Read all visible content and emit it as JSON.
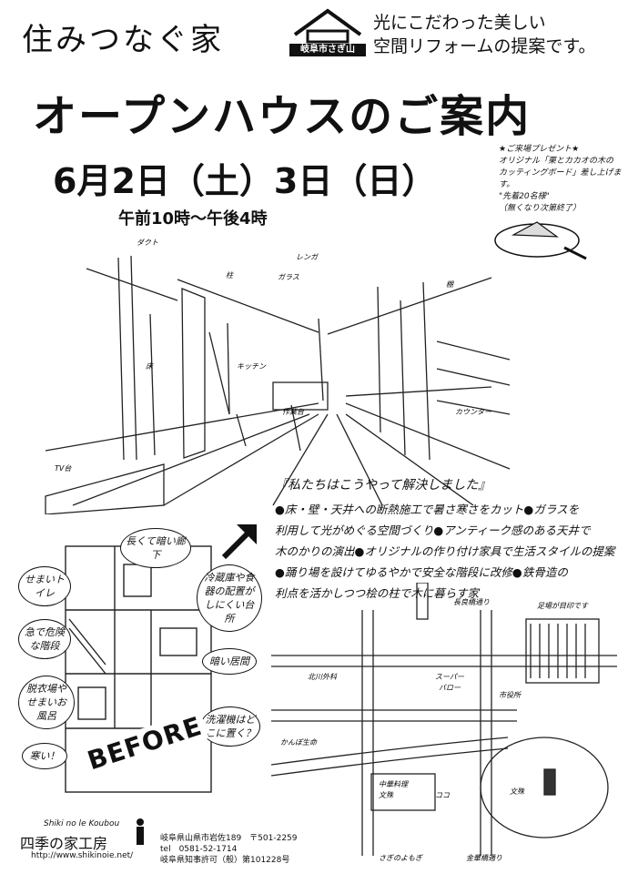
{
  "header": {
    "brand": "住みつなぐ家",
    "logo_text": "岐阜市さぎ山",
    "tagline_line1": "光にこだわった美しい",
    "tagline_line2": "空間リフォームの提案です。"
  },
  "event": {
    "title": "オープンハウスのご案内",
    "date": "6月2日（土）3日（日）",
    "time": "午前10時～午後4時"
  },
  "gift": {
    "line1": "★ご来場プレゼント★",
    "line2": "オリジナル「栗とカカオの木の",
    "line3": "カッティングボード」差し上げます。",
    "line4": "\"先着20名様\"",
    "line5": "（無くなり次第終了）"
  },
  "sketch_labels": {
    "label1": "ダクト",
    "label2": "柱",
    "label3": "ガラス",
    "label4": "レンガ",
    "label5": "床",
    "label6": "キッチン",
    "label7": "作業台",
    "label8": "カウンター",
    "label9": "TV台",
    "label10": "棚"
  },
  "solution": {
    "title": "『私たちはこうやって解決しました』",
    "item1": "●床・壁・天井への断熱施工で暑さ寒さをカット●ガラスを",
    "item2": "利用して光がめぐる空間づくり●アンティーク感のある天井で",
    "item3": "木のかりの演出●オリジナルの作り付け家具で生活スタイルの提案",
    "item4": "●踊り場を設けてゆるやかで安全な階段に改修●鉄骨造の",
    "item5": "利点を活かしつつ桧の柱で木に暮らす家"
  },
  "floorplan": {
    "before_label": "BEFORE",
    "bubble1": "長くて暗い廊下",
    "bubble2": "せまいトイレ",
    "bubble3": "急で危険な階段",
    "bubble4": "脱衣場やせまいお風呂",
    "bubble5": "寒い！",
    "bubble6": "冷蔵庫や食器の配置がしにくい台所",
    "bubble7": "暗い居間",
    "bubble8": "洗濯機はどこに置く？"
  },
  "map": {
    "label1": "北川外科",
    "label2": "スーパー",
    "label3": "バロー",
    "label4": "かんぽ生命",
    "label5": "中華料理",
    "label6": "文殊",
    "label7": "文殊",
    "label8": "ココ",
    "label9": "金華橋通り",
    "label10": "長良橋通り",
    "label11": "足場が目印です",
    "label12": "市役所",
    "label13": "さぎのよもぎ"
  },
  "footer": {
    "logo_text": "Shiki no le Koubou",
    "company": "四季の家工房",
    "url": "http://www.shikinoie.net/",
    "address1": "岐阜県山県市岩佐189　〒501-2259",
    "address2": "tel　0581-52-1714",
    "address3": "岐阜県知事許可（般）第101228号"
  }
}
